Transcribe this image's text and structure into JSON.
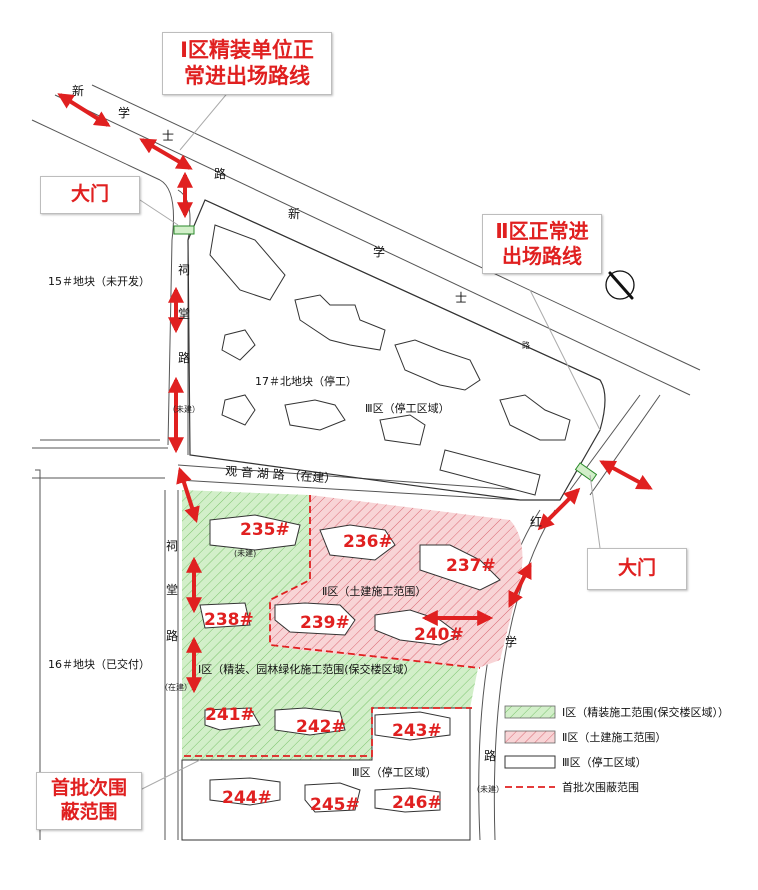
{
  "callouts": {
    "zone1_route": [
      "Ⅰ区精装单位正",
      "常进出场路线"
    ],
    "zone2_route": [
      "Ⅱ区正常进",
      "出场路线"
    ],
    "gate_west": "大门",
    "gate_east": "大门",
    "first_batch": [
      "首批次围",
      "蔽范围"
    ]
  },
  "roads": {
    "xinxueshi_upper": [
      "新",
      "学",
      "士",
      "路"
    ],
    "xinxueshi_lower": [
      "新",
      "学",
      "士",
      "路"
    ],
    "citang_north": [
      "祠",
      "堂",
      "路"
    ],
    "citang_north_note": "（未建）",
    "guanyinhu": "观  音  湖  路  （在建）",
    "citang_south": [
      "祠",
      "堂",
      "路"
    ],
    "citang_south_note": "（在建）",
    "hongxue": [
      "红",
      "学",
      "路"
    ],
    "hongxue_note": "（未建）"
  },
  "plots": {
    "plot15": "15＃地块（未开发）",
    "plot17": "17＃北地块（停工）",
    "zone3_north": "Ⅲ区（停工区域）",
    "plot16": "16＃地块（已交付）",
    "zone2": "Ⅱ区（土建施工范围）",
    "zone1": "Ⅰ区（精装、园林绿化施工范围(保交楼区域）",
    "zone3_south": "Ⅲ区（停工区域）",
    "unbuilt_235": "(未建)"
  },
  "buildings": [
    "235#",
    "236#",
    "237#",
    "238#",
    "239#",
    "240#",
    "241#",
    "242#",
    "243#",
    "244#",
    "245#",
    "246#"
  ],
  "legend": {
    "item1": "Ⅰ区（精装施工范围(保交楼区域））",
    "item2": "Ⅱ区（土建施工范围）",
    "item3": "Ⅲ区（停工区域）",
    "item4": "首批次围蔽范围"
  },
  "colors": {
    "zone1_fill": "#cdebc4",
    "zone2_fill": "#f6cdd0",
    "accent_red": "#e02020"
  }
}
